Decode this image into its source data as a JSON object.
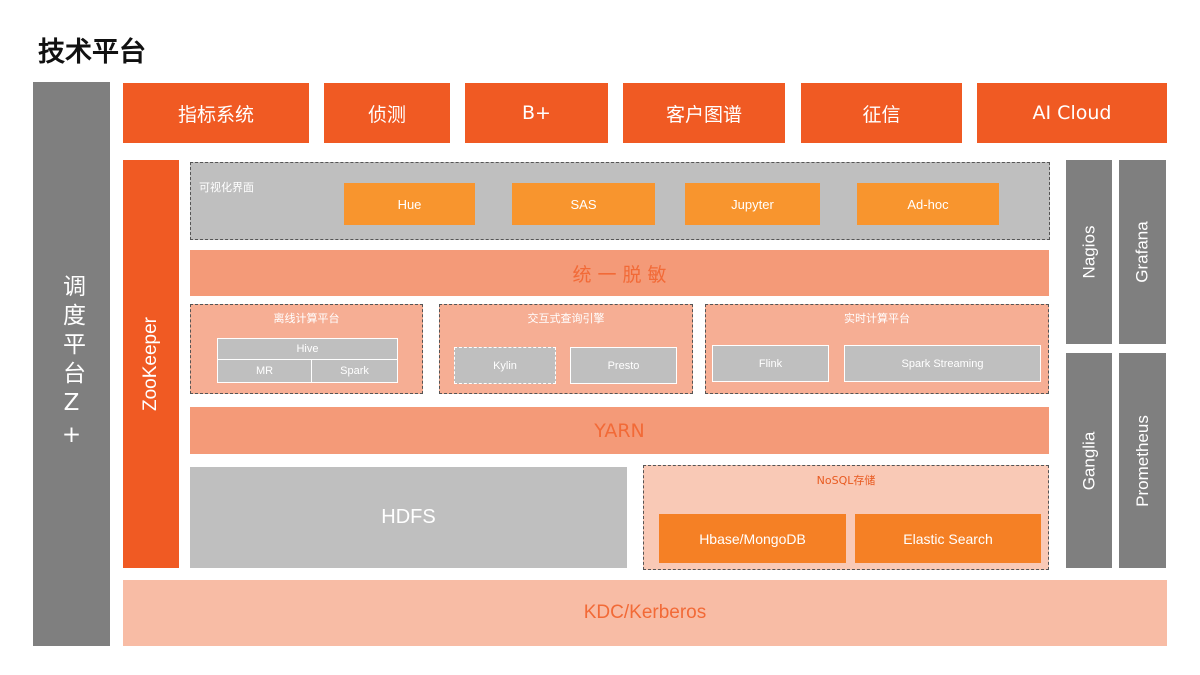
{
  "title": "技术平台",
  "scheduler": "调度平台Z+",
  "apps": [
    "指标系统",
    "侦测",
    "B+",
    "客户图谱",
    "征信",
    "AI Cloud"
  ],
  "zookeeper": "ZooKeeper",
  "visual": {
    "label": "可视化界面",
    "items": [
      "Hue",
      "SAS",
      "Jupyter",
      "Ad-hoc"
    ]
  },
  "desensitize": "统 一 脱 敏",
  "offline": {
    "title": "离线计算平台",
    "hive": "Hive",
    "mr": "MR",
    "spark": "Spark"
  },
  "interactive": {
    "title": "交互式查询引擎",
    "kylin": "Kylin",
    "presto": "Presto"
  },
  "realtime": {
    "title": "实时计算平台",
    "flink": "Flink",
    "spark_streaming": "Spark Streaming"
  },
  "yarn": "YARN",
  "hdfs": "HDFS",
  "nosql": {
    "title": "NoSQL存储",
    "hbase": "Hbase/MongoDB",
    "es": "Elastic Search"
  },
  "kdc": "KDC/Kerberos",
  "monitoring": [
    "Nagios",
    "Grafana",
    "Ganglia",
    "Prometheus"
  ]
}
